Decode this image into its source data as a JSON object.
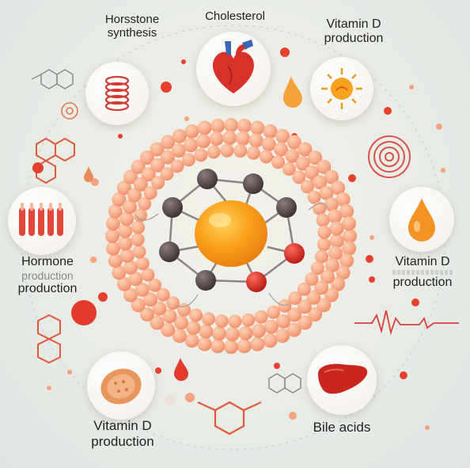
{
  "labels": {
    "top_left_line1": "Horsstone",
    "top_left_line2": "synthesis",
    "top_center": "Cholesterol",
    "top_right_line1": "Vitamin D",
    "top_right_line2": "production",
    "left_line1": "Hormone",
    "left_line2": "production",
    "left_line3": "production",
    "right_line1": "Vitamin D",
    "right_line2": "production",
    "bottom_left_line1": "Vitamin D",
    "bottom_left_line2": "production",
    "bottom_right": "Bile acids"
  },
  "icons": {
    "heart": "heart-icon",
    "sun": "sun-icon",
    "droplet": "droplet-icon",
    "liver": "liver-icon",
    "cell": "cell-icon",
    "coil": "coil-icon",
    "tubules": "tubules-icon",
    "target": "target-icon"
  },
  "colors": {
    "membrane": "#f08f6c",
    "membrane_light": "#f7b08e",
    "core": "#f9a11b",
    "atom": "#5a4a4a",
    "accent_red": "#e0322b",
    "text": "#222222"
  }
}
